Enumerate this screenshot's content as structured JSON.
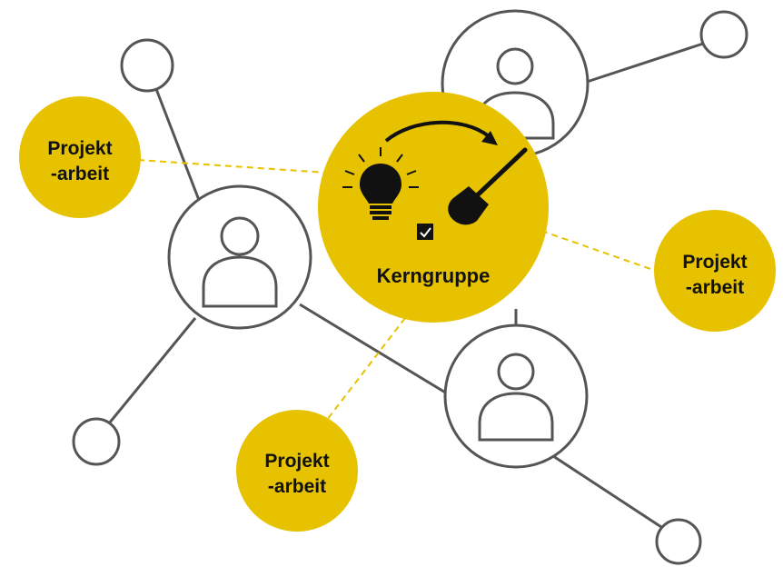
{
  "core": {
    "label": "Kerngruppe",
    "icons": [
      "lightbulb-icon",
      "arrow-icon",
      "shovel-icon",
      "checkbox-icon"
    ]
  },
  "projects": [
    {
      "line1": "Projekt",
      "line2": "-arbeit"
    },
    {
      "line1": "Projekt",
      "line2": "-arbeit"
    },
    {
      "line1": "Projekt",
      "line2": "-arbeit"
    }
  ],
  "colors": {
    "accent": "#e6c200",
    "stroke": "#555555",
    "text": "#111111",
    "dashed": "#e6c200"
  },
  "icons": {
    "person": "person-icon"
  }
}
